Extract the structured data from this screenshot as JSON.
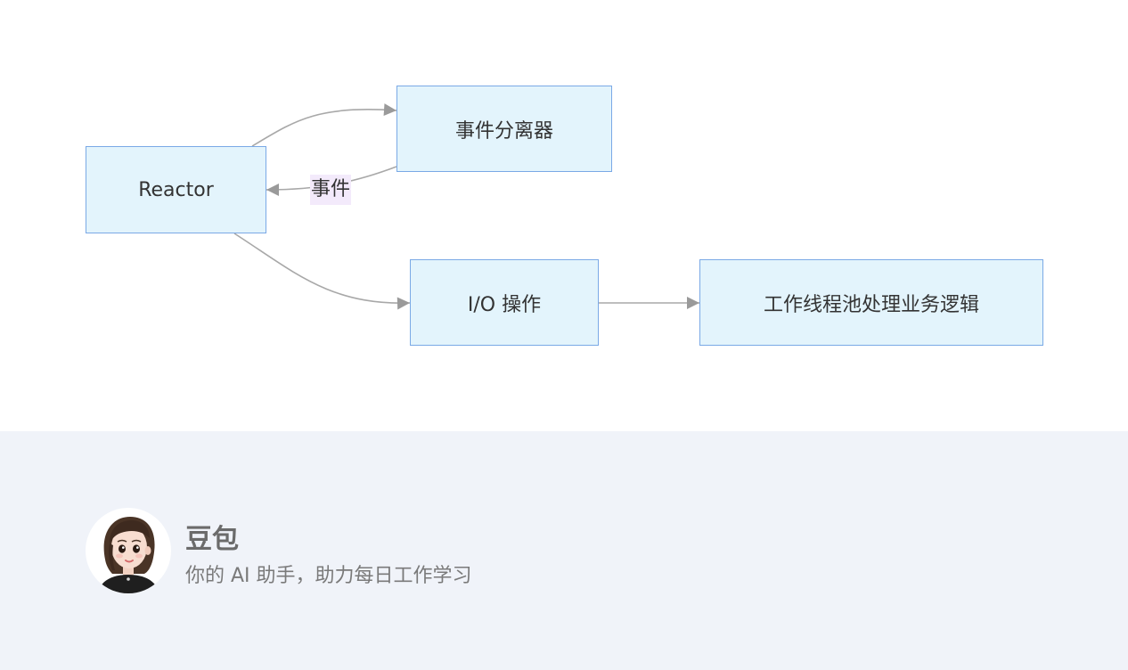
{
  "diagram": {
    "nodes": {
      "reactor": "Reactor",
      "separator": "事件分离器",
      "io": "I/O 操作",
      "worker": "工作线程池处理业务逻辑"
    },
    "edge_labels": {
      "separator_to_reactor": "事件"
    },
    "colors": {
      "node_fill": "#e3f4fc",
      "node_border": "#7aa9e6",
      "edge": "#a8a8a8",
      "edge_label_bg": "#f3eafb"
    }
  },
  "footer": {
    "brand_name": "豆包",
    "tagline": "你的 AI 助手，助力每日工作学习",
    "avatar_icon": "avatar-icon"
  }
}
